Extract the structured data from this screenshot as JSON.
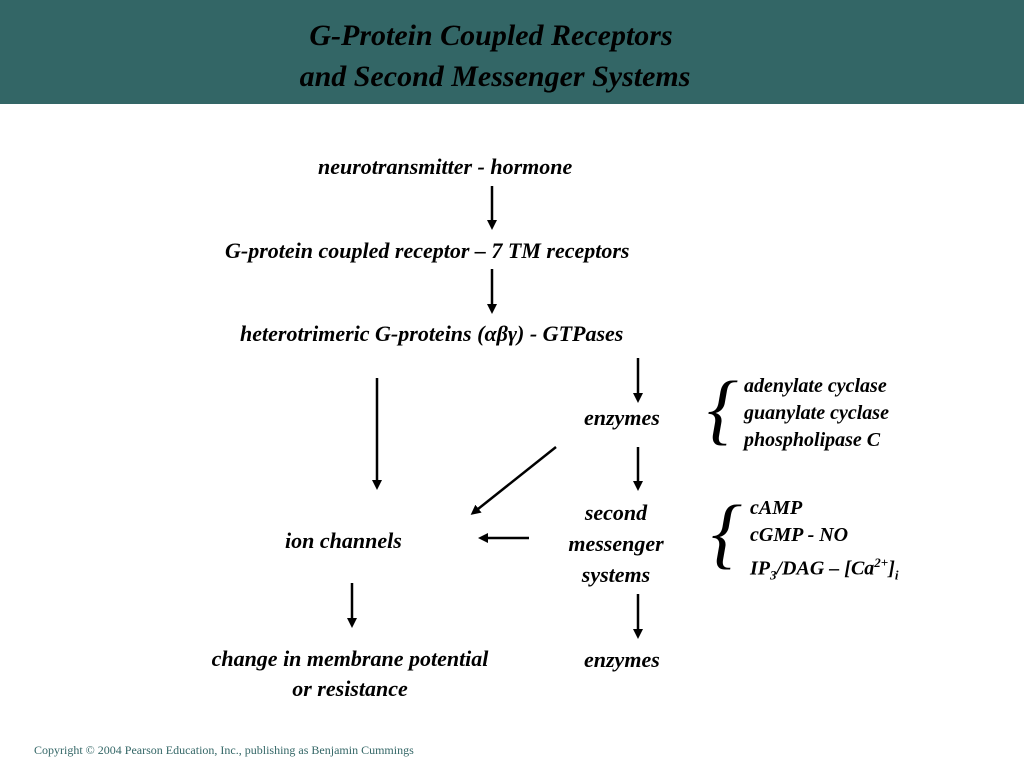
{
  "header": {
    "title_line1": "G-Protein Coupled Receptors",
    "title_line2": "and Second Messenger Systems",
    "background_color": "#336666"
  },
  "diagram": {
    "neurotransmitter": "neurotransmitter - hormone",
    "receptor": "G-protein coupled receptor – 7 TM receptors",
    "gprotein_prefix": "heterotrimeric G-proteins (",
    "gprotein_greek": "αβγ",
    "gprotein_suffix": ") - GTPases",
    "enzymes_top": "enzymes",
    "enzyme_list": [
      "adenylate cyclase",
      "guanylate cyclase",
      "phospholipase C"
    ],
    "second_messenger_lines": [
      "second",
      "messenger",
      "systems"
    ],
    "messenger_list": {
      "camp": "cAMP",
      "cgmp": "cGMP - NO",
      "ip3_a": "IP",
      "ip3_sub": "3",
      "ip3_b": "/DAG – [Ca",
      "ip3_sup": "2+",
      "ip3_c": "]",
      "ip3_sub2": "i"
    },
    "ion_channels": "ion channels",
    "change_line1": "change in membrane potential",
    "change_line2": "or resistance",
    "enzymes_bottom": "enzymes"
  },
  "footer": {
    "copyright": "Copyright © 2004 Pearson Education, Inc., publishing as Benjamin Cummings"
  }
}
